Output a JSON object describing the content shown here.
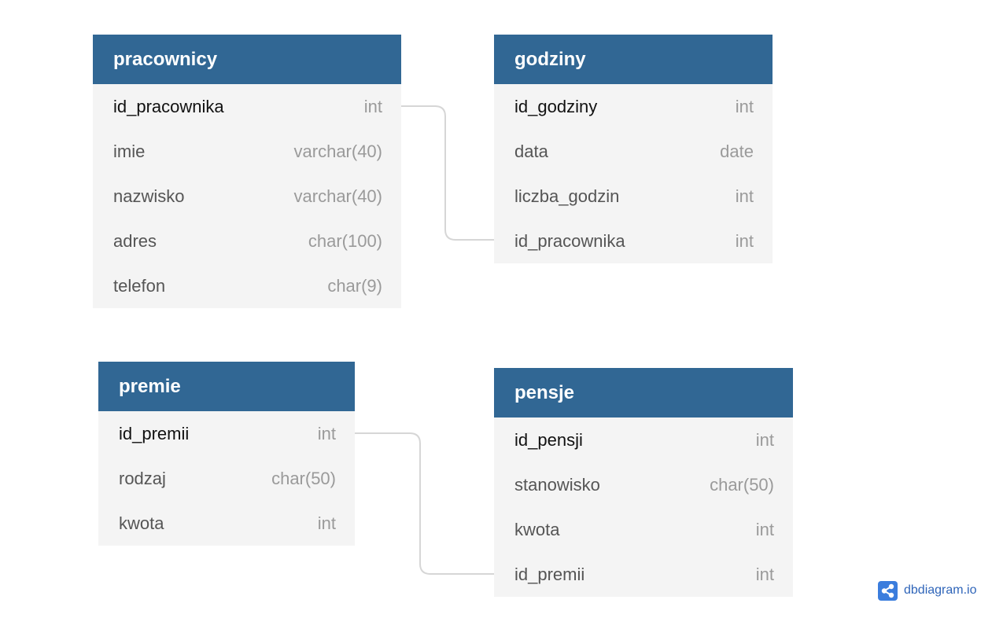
{
  "tables": {
    "pracownicy": {
      "name": "pracownicy",
      "fields": [
        {
          "name": "id_pracownika",
          "type": "int"
        },
        {
          "name": "imie",
          "type": "varchar(40)"
        },
        {
          "name": "nazwisko",
          "type": "varchar(40)"
        },
        {
          "name": "adres",
          "type": "char(100)"
        },
        {
          "name": "telefon",
          "type": "char(9)"
        }
      ]
    },
    "godziny": {
      "name": "godziny",
      "fields": [
        {
          "name": "id_godziny",
          "type": "int"
        },
        {
          "name": "data",
          "type": "date"
        },
        {
          "name": "liczba_godzin",
          "type": "int"
        },
        {
          "name": "id_pracownika",
          "type": "int"
        }
      ]
    },
    "premie": {
      "name": "premie",
      "fields": [
        {
          "name": "id_premii",
          "type": "int"
        },
        {
          "name": "rodzaj",
          "type": "char(50)"
        },
        {
          "name": "kwota",
          "type": "int"
        }
      ]
    },
    "pensje": {
      "name": "pensje",
      "fields": [
        {
          "name": "id_pensji",
          "type": "int"
        },
        {
          "name": "stanowisko",
          "type": "char(50)"
        },
        {
          "name": "kwota",
          "type": "int"
        },
        {
          "name": "id_premii",
          "type": "int"
        }
      ]
    }
  },
  "relationships": [
    {
      "from": "pracownicy.id_pracownika",
      "to": "godziny.id_pracownika"
    },
    {
      "from": "premie.id_premii",
      "to": "pensje.id_premii"
    }
  ],
  "brand": {
    "label": "dbdiagram.io",
    "icon": "share-nodes-icon"
  },
  "colors": {
    "header": "#316794",
    "body": "#f4f4f4",
    "connector": "#d6d6d6",
    "brand": "#3b7ddd"
  }
}
